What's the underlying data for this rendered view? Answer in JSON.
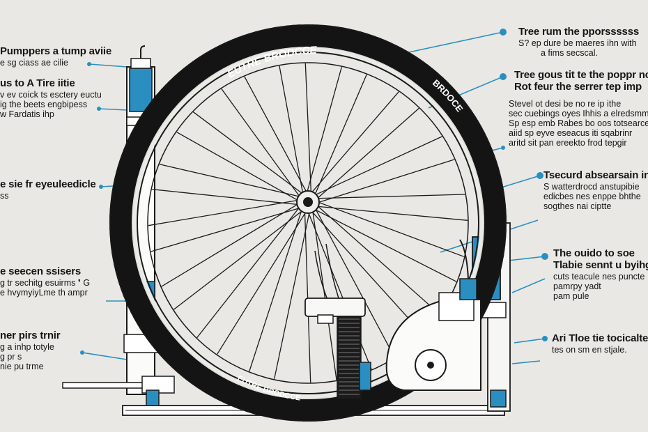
{
  "wheel": {
    "tire_text_top": "EUTRE BRODCCE",
    "tire_text_side": "BRDOCE",
    "tire_text_bottom": "EUTRE BRODCCE"
  },
  "left_labels": [
    {
      "title": "Pumppers a tump aviie",
      "lines": [
        "e sg ciass ae cilie"
      ]
    },
    {
      "title": "us to A Tire iitie",
      "lines": [
        "v ev coick ts esctery euctu",
        "ig the beets engbipess",
        "w Fardatis ihp"
      ]
    },
    {
      "title": "e sie fr eyeuleedicle",
      "lines": [
        "ss"
      ]
    },
    {
      "title": "e seecen ssisers",
      "lines": [
        "g tr sechitg esuirms ❜ G",
        "e hvymyiyLme th ampr"
      ]
    },
    {
      "title": "ner pirs trnir",
      "lines": [
        "g a inhp totyle",
        "g pr s",
        "nie pu trme"
      ]
    }
  ],
  "right_labels": [
    {
      "title": "Tree rum the pporssssss",
      "lines": [
        "S? ep dure be maeres ihn with",
        "a fims secscal."
      ]
    },
    {
      "title": "Tree gous tit te the poppr ncc",
      "lines": [
        "Rot feur the serrer tep imp"
      ]
    },
    {
      "title": "Stevel ot desi be no re ip ithe",
      "lines": [
        "sec cuebings oyes Ihhis a elredsmmac",
        "Sp esp emb Rabes bo oos totsearce",
        "aiid sp eyve eseacus iti sqabrinr",
        "aritd sit pan ereekto frod tepgir"
      ]
    },
    {
      "title": "Tsecurd absearsain ine",
      "lines": [
        "S watterdrocd anstupibie",
        "edicbes nes enppe bhthe",
        "sogthes nai ciptte"
      ]
    },
    {
      "title": "The ouido to soe",
      "lines": [
        "Tlabie sennt u byihg sl",
        "cuts teacule nes puncte",
        "pamrpy yadt",
        "pam pule"
      ]
    },
    {
      "title": "Ari Tloe tie tocicalte",
      "lines": [
        "tes on sm en stjale."
      ]
    }
  ],
  "colors": {
    "background": "#e9e8e4",
    "accent": "#2a8fc0",
    "ink": "#151515"
  }
}
